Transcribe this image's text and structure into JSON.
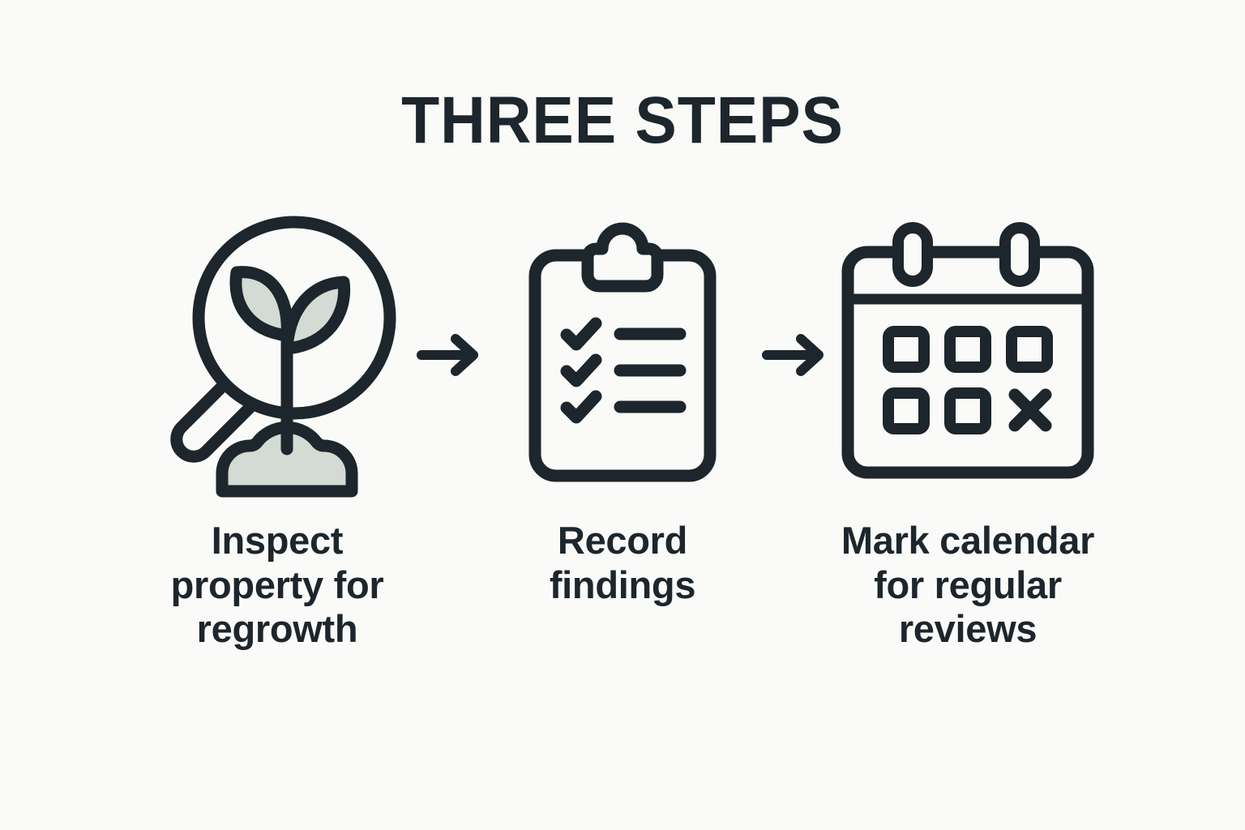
{
  "poster": {
    "title": "THREE STEPS",
    "background_color": "#fafaf8",
    "ink_color": "#1c262c",
    "accent_color": "#d3dbd4"
  },
  "steps": [
    {
      "index": "1",
      "icon": "magnifier-sprout-icon",
      "icon_description": "magnifying glass over a seedling sprouting from a mound of soil",
      "caption": "Inspect\nproperty for\nregrowth"
    },
    {
      "index": "2",
      "icon": "clipboard-checklist-icon",
      "icon_description": "clipboard with three checked list items",
      "caption": "Record\nfindings"
    },
    {
      "index": "3",
      "icon": "calendar-icon",
      "icon_description": "wall calendar with date squares and one X marked day",
      "caption": "Mark calendar\nfor regular\nreviews"
    }
  ],
  "connectors": [
    {
      "name": "arrow-1",
      "glyph": "arrow-right-icon"
    },
    {
      "name": "arrow-2",
      "glyph": "arrow-right-icon"
    }
  ]
}
